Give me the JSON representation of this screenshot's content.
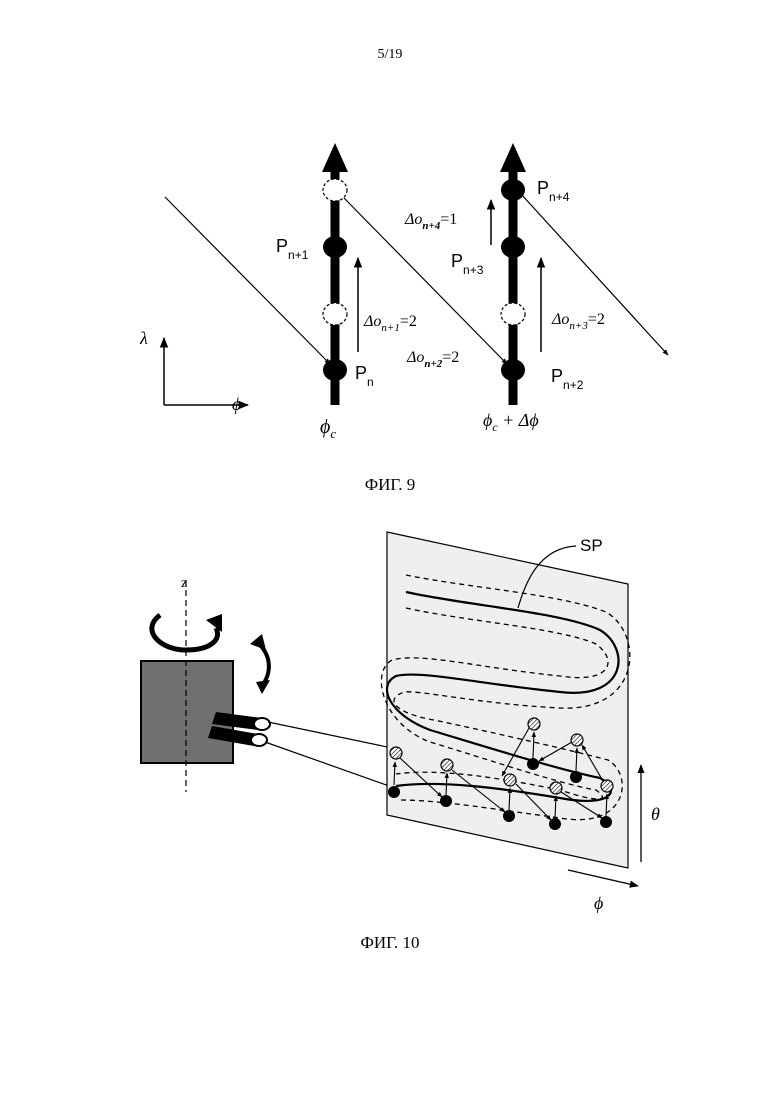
{
  "page_number": "5/19",
  "fig9": {
    "caption": "ФИГ. 9",
    "axis_y": "λ",
    "axis_x": "ϕ",
    "phi_c": "ϕ",
    "phi_c_sub": "c",
    "phi_c2_label": "ϕ",
    "phi_c2_sub": "c",
    "phi_c2_rest": " + Δϕ",
    "points": {
      "pn": {
        "main": "P",
        "sub": "n"
      },
      "pn1": {
        "main": "P",
        "sub": "n+1"
      },
      "pn2": {
        "main": "P",
        "sub": "n+2"
      },
      "pn3": {
        "main": "P",
        "sub": "n+3"
      },
      "pn4": {
        "main": "P",
        "sub": "n+4"
      }
    },
    "offsets": {
      "on1": {
        "pre": "Δo",
        "sub": "n+1",
        "val": "=2"
      },
      "on2": {
        "pre": "Δo",
        "sub": "n+2",
        "val": "=2"
      },
      "on3": {
        "pre": "Δo",
        "sub": "n+3",
        "val": "=2"
      },
      "on4": {
        "pre": "Δo",
        "sub": "n+4",
        "val": "=1"
      }
    }
  },
  "fig10": {
    "caption": "ФИГ. 10",
    "z_label": "z",
    "sp_label": "SP",
    "theta_label": "θ",
    "phi_label": "ϕ"
  }
}
